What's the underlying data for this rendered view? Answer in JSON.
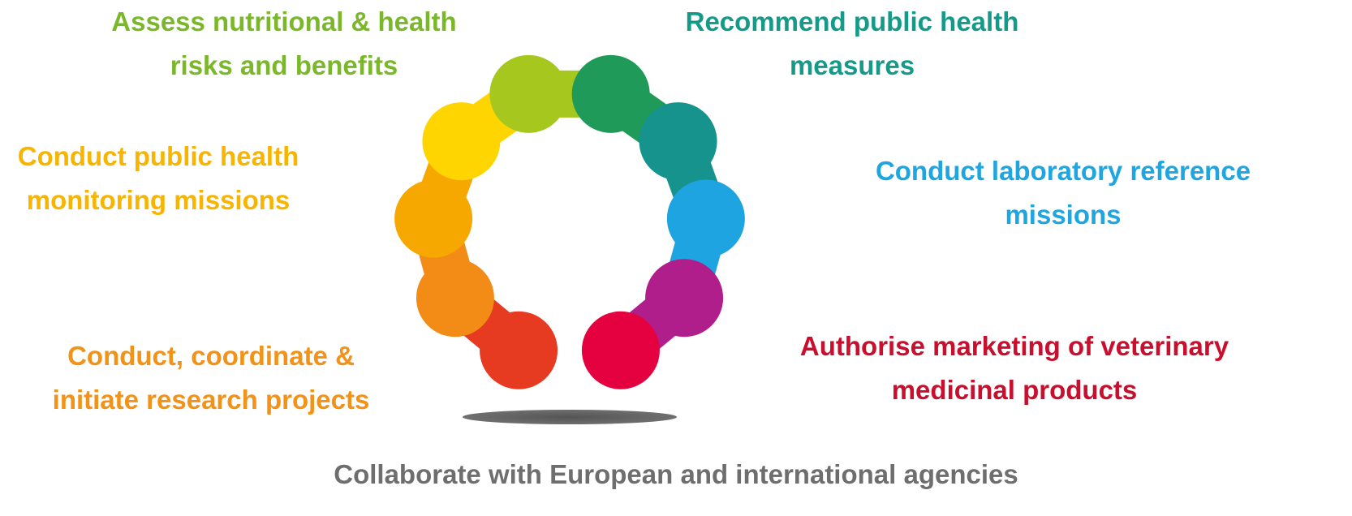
{
  "labels": {
    "assess": {
      "line1": "Assess nutritional & health",
      "line2": "risks and benefits",
      "color": "#7ab829"
    },
    "recommend": {
      "line1": "Recommend public health",
      "line2": "measures",
      "color": "#159a8a"
    },
    "monitor": {
      "line1": "Conduct public health",
      "line2": "monitoring missions",
      "color": "#f7b500"
    },
    "lab": {
      "line1": "Conduct laboratory reference",
      "line2": "missions",
      "color": "#1fa6e0"
    },
    "research": {
      "line1": "Conduct, coordinate &",
      "line2": "initiate research projects",
      "color": "#f29318"
    },
    "vet": {
      "line1": "Authorise marketing of veterinary",
      "line2": "medicinal products",
      "color": "#c8102e"
    },
    "collab": {
      "text": "Collaborate with European and international agencies",
      "color": "#6e6e6e"
    }
  },
  "logo": {
    "colors": [
      "#e63b20",
      "#f28c16",
      "#f6a800",
      "#ffd500",
      "#a6c81e",
      "#1f9a59",
      "#16938c",
      "#1ea4e0",
      "#b01e8c",
      "#e5003f"
    ]
  }
}
